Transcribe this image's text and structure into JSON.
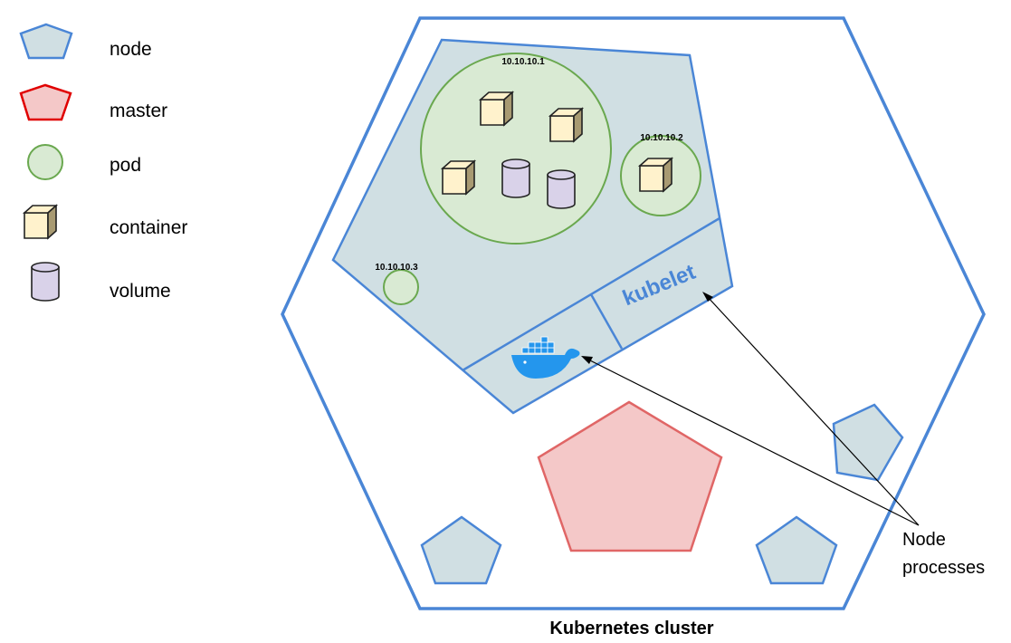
{
  "legend": {
    "node": "node",
    "master": "master",
    "pod": "pod",
    "container": "container",
    "volume": "volume"
  },
  "pods": {
    "pod1_ip": "10.10.10.1",
    "pod2_ip": "10.10.10.2",
    "pod3_ip": "10.10.10.3"
  },
  "node_processes": {
    "kubelet_label": "kubelet",
    "container_runtime_icon": "docker-whale-icon",
    "note_line1": "Node",
    "note_line2": "processes"
  },
  "cluster": {
    "caption": "Kubernetes cluster"
  },
  "colors": {
    "node_fill": "#d0dfe3",
    "node_stroke": "#4a86d6",
    "master_fill": "#f4c8c8",
    "master_stroke": "#e06666",
    "pod_fill": "#d9ead3",
    "pod_stroke": "#6aa84f",
    "container_fill": "#fff2cc",
    "volume_fill": "#d9d2e9",
    "docker_blue": "#2496ed"
  }
}
